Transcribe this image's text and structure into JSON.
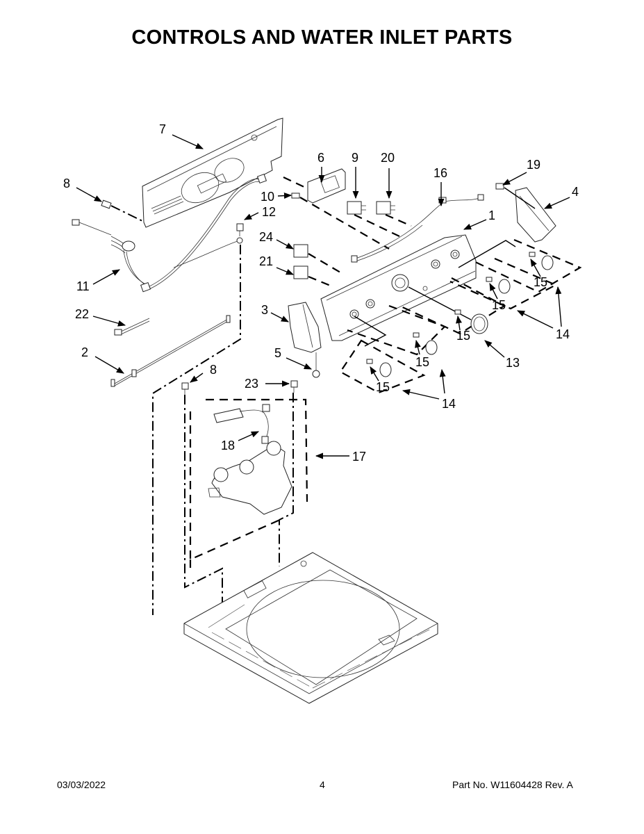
{
  "page": {
    "title": "CONTROLS AND WATER INLET PARTS",
    "footer": {
      "date": "03/03/2022",
      "page_number": "4",
      "part_number": "Part No.  W11604428  Rev.  A"
    }
  },
  "diagram": {
    "callouts": [
      {
        "id": "c7",
        "label": "7"
      },
      {
        "id": "c8a",
        "label": "8"
      },
      {
        "id": "c6",
        "label": "6"
      },
      {
        "id": "c9",
        "label": "9"
      },
      {
        "id": "c20",
        "label": "20"
      },
      {
        "id": "c16",
        "label": "16"
      },
      {
        "id": "c19",
        "label": "19"
      },
      {
        "id": "c4",
        "label": "4"
      },
      {
        "id": "c10",
        "label": "10"
      },
      {
        "id": "c12",
        "label": "12"
      },
      {
        "id": "c1",
        "label": "1"
      },
      {
        "id": "c24",
        "label": "24"
      },
      {
        "id": "c21",
        "label": "21"
      },
      {
        "id": "c11",
        "label": "11"
      },
      {
        "id": "c22",
        "label": "22"
      },
      {
        "id": "c3",
        "label": "3"
      },
      {
        "id": "c2",
        "label": "2"
      },
      {
        "id": "c5",
        "label": "5"
      },
      {
        "id": "c8b",
        "label": "8"
      },
      {
        "id": "c23",
        "label": "23"
      },
      {
        "id": "c18",
        "label": "18"
      },
      {
        "id": "c17",
        "label": "17"
      },
      {
        "id": "c13",
        "label": "13"
      },
      {
        "id": "c14a",
        "label": "14"
      },
      {
        "id": "c14b",
        "label": "14"
      },
      {
        "id": "c15a",
        "label": "15"
      },
      {
        "id": "c15b",
        "label": "15"
      },
      {
        "id": "c15c",
        "label": "15"
      },
      {
        "id": "c15d",
        "label": "15"
      },
      {
        "id": "c15e",
        "label": "15"
      }
    ]
  }
}
